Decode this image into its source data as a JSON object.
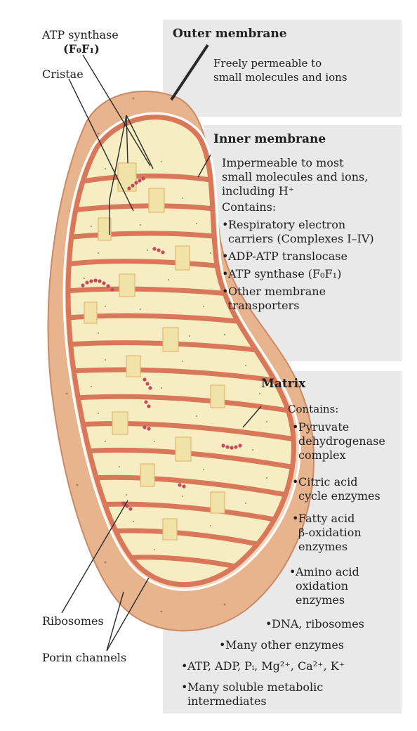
{
  "labels": {
    "atp_synthase": "ATP synthase",
    "atp_synthase_formula": "(F₀F₁)",
    "cristae": "Cristae",
    "ribosomes": "Ribosomes",
    "porin_channels": "Porin channels"
  },
  "outer_membrane": {
    "title": "Outer membrane",
    "lines": [
      "Freely permeable to",
      "small molecules and ions"
    ]
  },
  "inner_membrane": {
    "title": "Inner membrane",
    "lines": [
      "Impermeable to most",
      "small molecules and ions,",
      "including H⁺"
    ],
    "contains_label": "Contains:",
    "items": [
      [
        "Respiratory electron",
        "carriers (Complexes I–IV)"
      ],
      [
        "ADP-ATP translocase"
      ],
      [
        "ATP synthase (F₀F₁)"
      ],
      [
        "Other membrane",
        "transporters"
      ]
    ]
  },
  "matrix": {
    "title": "Matrix",
    "contains_label": "Contains:",
    "items": [
      [
        "Pyruvate",
        "dehydrogenase",
        "complex"
      ],
      [
        "Citric acid",
        "cycle enzymes"
      ],
      [
        "Fatty acid",
        "β-oxidation",
        "enzymes"
      ],
      [
        "Amino acid",
        "oxidation",
        "enzymes"
      ],
      [
        "DNA, ribosomes"
      ],
      [
        "Many other enzymes"
      ],
      [
        "ATP, ADP, Pᵢ, Mg²⁺, Ca²⁺, K⁺"
      ],
      [
        "Many soluble metabolic",
        "intermediates"
      ]
    ]
  },
  "colors": {
    "panel": "#e9e9ea",
    "outer_membrane": "#e8b48e",
    "inner_membrane": "#d9775a",
    "matrix": "#f7edc2",
    "ribosome": "#c44a5a"
  }
}
